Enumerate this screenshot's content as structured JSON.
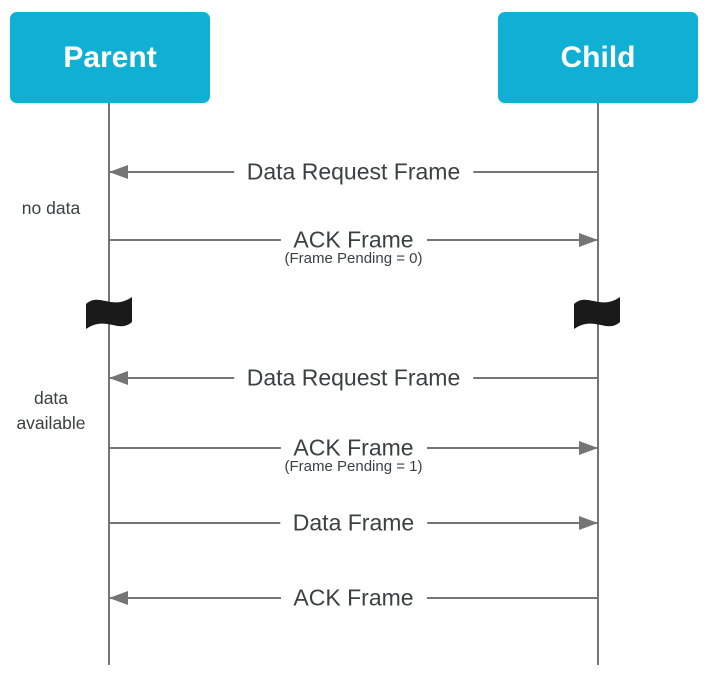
{
  "diagram": {
    "type": "sequence-diagram",
    "actors": [
      {
        "id": "parent",
        "label": "Parent"
      },
      {
        "id": "child",
        "label": "Child"
      }
    ],
    "side_notes": [
      {
        "label": "no data"
      },
      {
        "label": "data\navailable"
      }
    ],
    "messages": [
      {
        "label": "Data Request Frame",
        "sublabel": "",
        "from": "child",
        "to": "parent",
        "direction": "left"
      },
      {
        "label": "ACK Frame",
        "sublabel": "(Frame Pending = 0)",
        "from": "parent",
        "to": "child",
        "direction": "right"
      },
      {
        "label": "Data Request Frame",
        "sublabel": "",
        "from": "child",
        "to": "parent",
        "direction": "left"
      },
      {
        "label": "ACK Frame",
        "sublabel": "(Frame Pending = 1)",
        "from": "parent",
        "to": "child",
        "direction": "right"
      },
      {
        "label": "Data Frame",
        "sublabel": "",
        "from": "parent",
        "to": "child",
        "direction": "right"
      },
      {
        "label": "ACK Frame",
        "sublabel": "",
        "from": "child",
        "to": "parent",
        "direction": "left"
      }
    ],
    "icons": {
      "time_break": "flag-icon",
      "arrow_left": "arrowhead-left-icon",
      "arrow_right": "arrowhead-right-icon"
    },
    "colors": {
      "actor_box": "#10AFD4",
      "actor_text": "#FFFFFF",
      "line": "#757575",
      "text": "#3D4043",
      "flag": "#1A1A1A",
      "background": "#FFFFFF"
    }
  }
}
